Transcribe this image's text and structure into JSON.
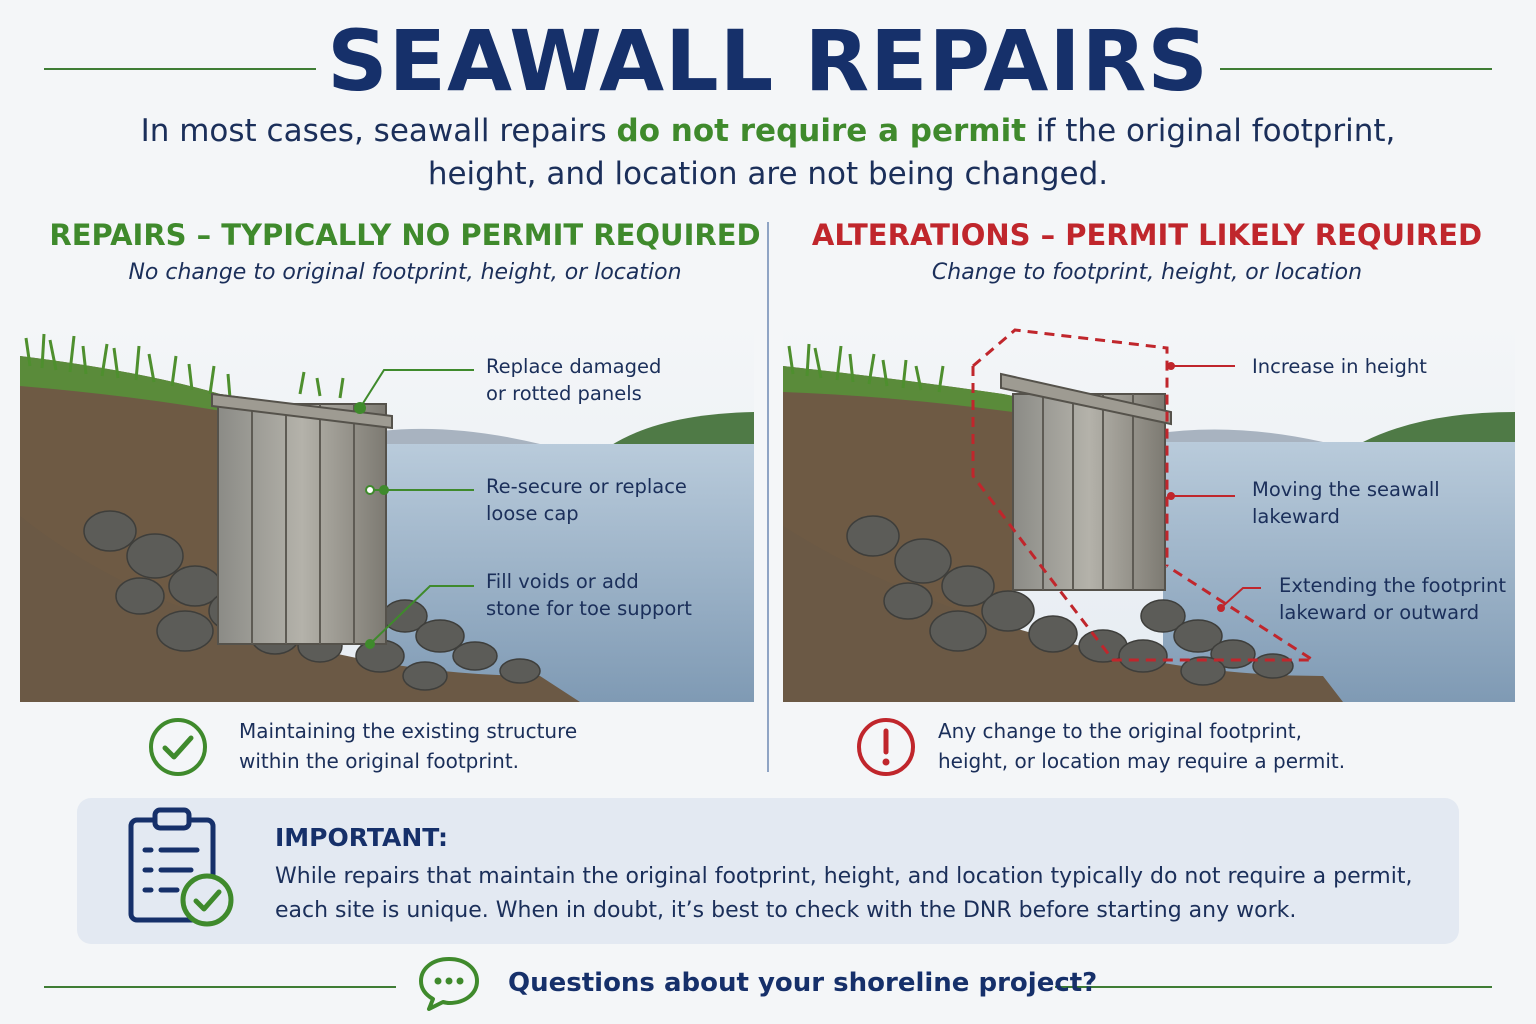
{
  "title": "SEAWALL REPAIRS",
  "intro": {
    "before": "In most cases, seawall repairs ",
    "highlight": "do not require a permit",
    "after": " if the original footprint, height, and location are not being changed."
  },
  "repairs": {
    "heading": "REPAIRS – TYPICALLY NO PERMIT REQUIRED",
    "subheading": "No change to original footprint, height, or location",
    "callouts": [
      [
        "Replace damaged",
        "or rotted panels"
      ],
      [
        "Re-secure or replace",
        "loose cap"
      ],
      [
        "Fill voids or add",
        "stone for toe support"
      ]
    ],
    "note": [
      "Maintaining the existing structure",
      "within the original footprint."
    ],
    "icon": "check-circle-icon",
    "color": "#3f8a2c"
  },
  "alterations": {
    "heading": "ALTERATIONS – PERMIT LIKELY REQUIRED",
    "subheading": "Change to footprint, height, or location",
    "callouts": [
      [
        "Increase in height"
      ],
      [
        "Moving the seawall",
        "lakeward"
      ],
      [
        "Extending the footprint",
        "lakeward or outward"
      ]
    ],
    "note": [
      "Any change to the original footprint,",
      "height, or location may require a permit."
    ],
    "icon": "exclamation-circle-icon",
    "color": "#c0262c"
  },
  "important": {
    "title": "IMPORTANT:",
    "body": "While repairs that maintain the original footprint, height, and location typically do not require a permit, each site is unique. When in doubt, it’s best to check with the DNR before starting any work.",
    "icon": "clipboard-check-icon"
  },
  "footer": {
    "text": "Questions about your shoreline project?",
    "icon": "chat-bubble-icon"
  }
}
